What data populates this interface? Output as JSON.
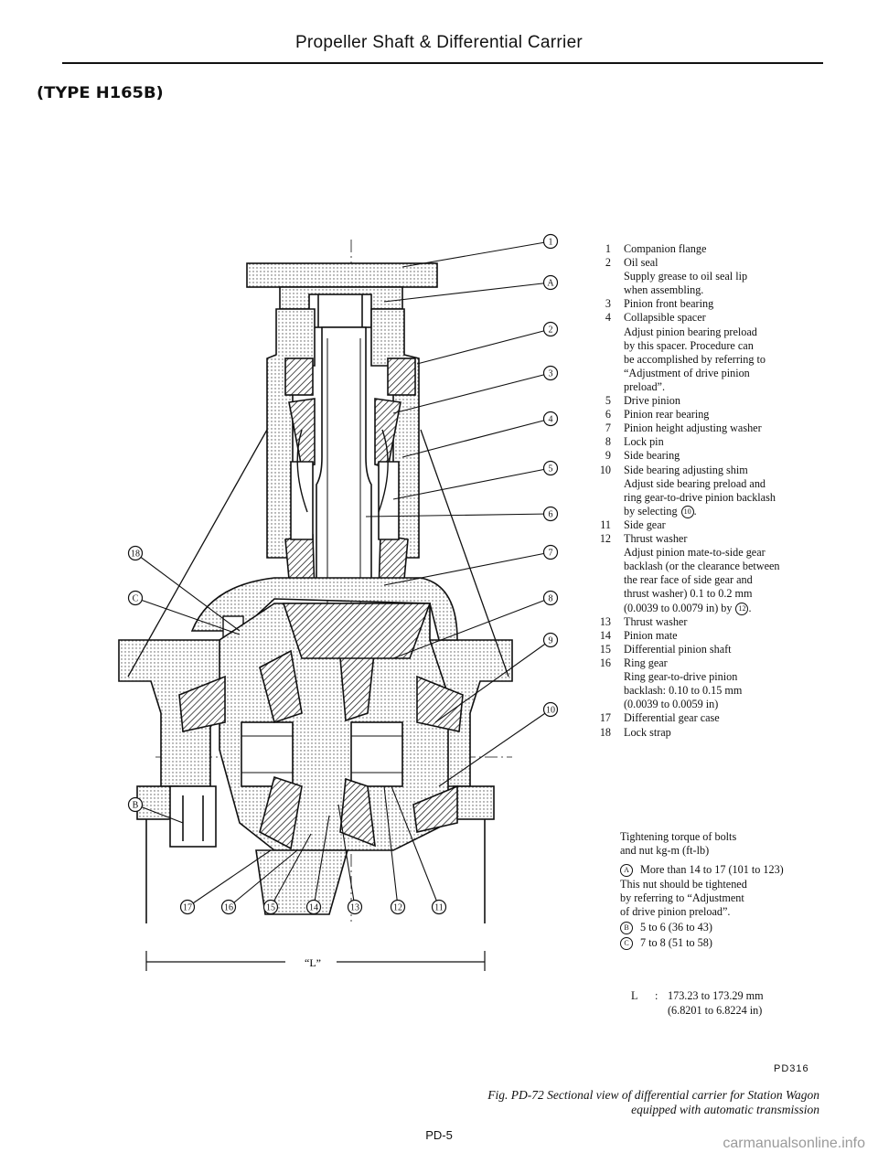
{
  "header": {
    "title": "Propeller Shaft & Differential Carrier"
  },
  "type_label": "(TYPE H165B)",
  "callouts": {
    "right": [
      "1",
      "A",
      "2",
      "3",
      "4",
      "5",
      "6",
      "7",
      "8",
      "9",
      "10"
    ],
    "left": [
      "18",
      "C",
      "B"
    ],
    "bottom": [
      "17",
      "16",
      "15",
      "14",
      "13",
      "12",
      "11"
    ],
    "dimension": "“L”"
  },
  "legend": {
    "items": [
      {
        "num": "1",
        "label": "Companion flange",
        "notes": []
      },
      {
        "num": "2",
        "label": "Oil seal",
        "notes": [
          "Supply grease to oil seal lip",
          "when assembling."
        ]
      },
      {
        "num": "3",
        "label": "Pinion front bearing",
        "notes": []
      },
      {
        "num": "4",
        "label": "Collapsible spacer",
        "notes": [
          "Adjust pinion bearing preload",
          "by this spacer. Procedure can",
          "be accomplished by referring to",
          "“Adjustment of drive pinion",
          "preload”."
        ]
      },
      {
        "num": "5",
        "label": "Drive pinion",
        "notes": []
      },
      {
        "num": "6",
        "label": "Pinion rear bearing",
        "notes": []
      },
      {
        "num": "7",
        "label": "Pinion height adjusting washer",
        "notes": []
      },
      {
        "num": "8",
        "label": "Lock pin",
        "notes": []
      },
      {
        "num": "9",
        "label": "Side bearing",
        "notes": []
      },
      {
        "num": "10",
        "label": "Side bearing adjusting shim",
        "notes": [
          "Adjust side bearing preload and",
          "ring gear-to-drive pinion backlash"
        ]
      },
      {
        "num": "11",
        "label": "Side gear",
        "notes": []
      },
      {
        "num": "12",
        "label": "Thrust washer",
        "notes": [
          "Adjust pinion mate-to-side gear",
          "backlash (or the clearance between",
          "the rear face of side gear and",
          "thrust washer) 0.1 to 0.2 mm"
        ]
      },
      {
        "num": "13",
        "label": "Thrust washer",
        "notes": []
      },
      {
        "num": "14",
        "label": "Pinion mate",
        "notes": []
      },
      {
        "num": "15",
        "label": "Differential pinion shaft",
        "notes": []
      },
      {
        "num": "16",
        "label": "Ring gear",
        "notes": [
          "Ring gear-to-drive pinion",
          "backlash: 0.10 to 0.15 mm",
          "(0.0039 to 0.0059 in)"
        ]
      },
      {
        "num": "17",
        "label": "Differential gear case",
        "notes": []
      },
      {
        "num": "18",
        "label": "Lock strap",
        "notes": []
      }
    ],
    "note_10_select_prefix": "by selecting",
    "note_10_select_ref": "10",
    "note_12_prefix": "(0.0039 to 0.0079 in) by",
    "note_12_ref": "12",
    "ref_suffix": "."
  },
  "torque": {
    "intro_1": "Tightening torque of bolts",
    "intro_2": "and nut   kg-m (ft-lb)",
    "a_mark": "A",
    "a_value": "More than 14 to 17 (101 to 123)",
    "a_note_1": "This nut should be tightened",
    "a_note_2": "by referring to “Adjustment",
    "a_note_3": "of drive pinion preload”.",
    "b_mark": "B",
    "b_value": "5 to 6 (36 to 43)",
    "c_mark": "C",
    "c_value": "7 to 8 (51 to 58)"
  },
  "dimension": {
    "key": "L",
    "sep": ":",
    "value": "173.23 to 173.29 mm",
    "value_in": "(6.8201 to 6.8224 in)"
  },
  "figure_code": "PD316",
  "caption": {
    "line1": "Fig. PD-72 Sectional view of differential carrier for Station Wagon",
    "line2": "equipped with automatic transmission"
  },
  "page_number": "PD-5",
  "watermark": "carmanualsonline.info"
}
